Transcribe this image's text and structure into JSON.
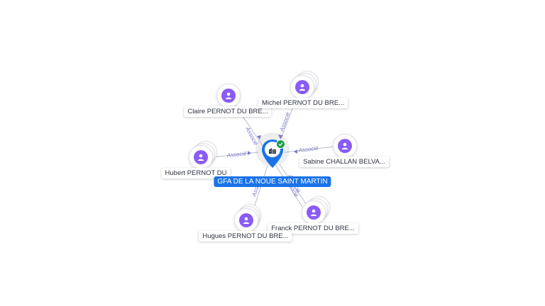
{
  "colors": {
    "edge": "#b9bccb",
    "edge_label": "#7b78c9",
    "person_avatar": "#8a5cf6",
    "company_pin": "#1a73e8",
    "label_bg": "#ffffff",
    "verified": "#1e9b4a"
  },
  "center": {
    "name": "GFA DE LA NOUE SAINT MARTIN",
    "icon": "building-icon",
    "status_icon": "check-icon"
  },
  "edge_label": "Associé",
  "people": [
    {
      "id": "claire",
      "name": "Claire PERNOT DU BRE...",
      "icon": "person-icon"
    },
    {
      "id": "michel",
      "name": "Michel PERNOT DU BRE...",
      "icon": "person-icon"
    },
    {
      "id": "sabine",
      "name": "Sabine CHALLAN BELVA...",
      "icon": "person-icon"
    },
    {
      "id": "hubert",
      "name": "Hubert PERNOT DU",
      "icon": "person-icon"
    },
    {
      "id": "franck",
      "name": "Franck PERNOT DU BRE...",
      "icon": "person-icon"
    },
    {
      "id": "hugues",
      "name": "Hugues PERNOT DU BRE...",
      "icon": "person-icon"
    }
  ],
  "edges": [
    {
      "from": "claire",
      "label": "Associé"
    },
    {
      "from": "michel",
      "label": "Associé"
    },
    {
      "from": "sabine",
      "label": "Associé"
    },
    {
      "from": "hubert",
      "label": "Associé"
    },
    {
      "from": "franck",
      "label": "Associé"
    },
    {
      "from": "franck",
      "label": "Associé"
    },
    {
      "from": "hugues",
      "label": "Associé"
    }
  ]
}
